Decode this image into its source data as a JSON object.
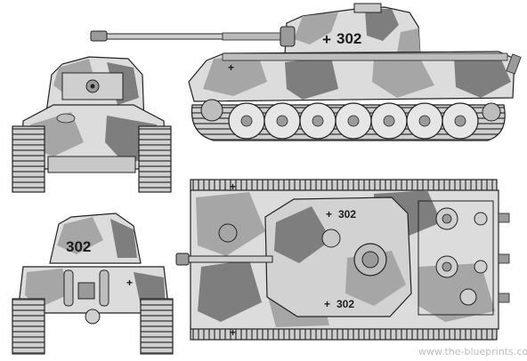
{
  "hull_number": "302",
  "watermark": "www.the-blueprints.com",
  "colors": {
    "base": "#dcdcdc",
    "camo_mid": "#a6a6a6",
    "camo_dark": "#7e7e7e",
    "outline": "#222222"
  },
  "views": [
    {
      "name": "side-view"
    },
    {
      "name": "front-view"
    },
    {
      "name": "rear-view"
    },
    {
      "name": "top-view"
    }
  ]
}
